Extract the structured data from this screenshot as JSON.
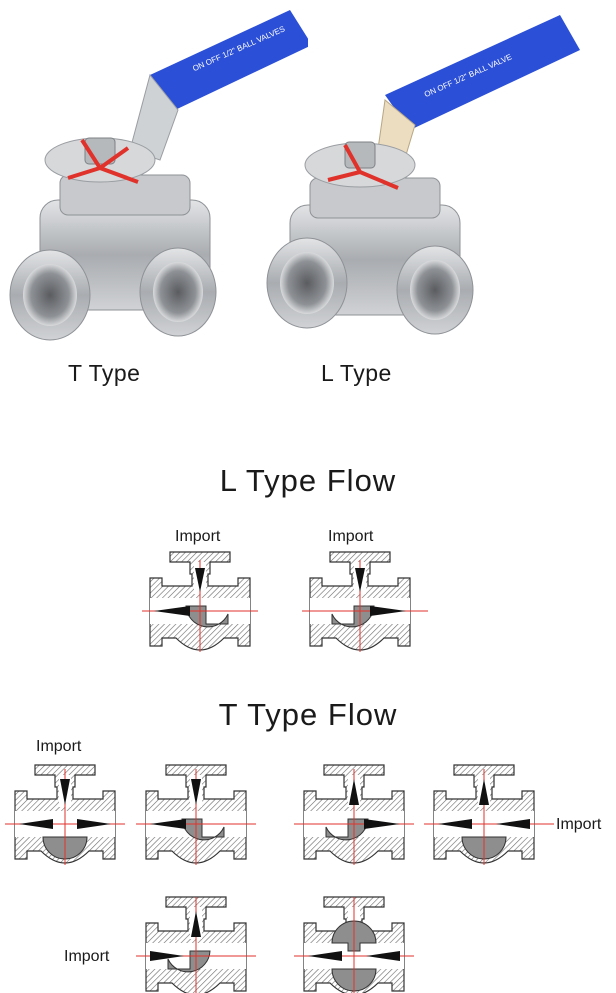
{
  "products": [
    {
      "caption": "T Type",
      "handle_text": "ON  OFF  1/2\"  BALL VALVES"
    },
    {
      "caption": "L Type",
      "handle_text": "ON  OFF  1/2\"  BALL VALVE"
    }
  ],
  "colors": {
    "handle": "#2b4fd6",
    "steel": "#b9bcc0",
    "arrow": "#e0322b",
    "line": "#e0322b",
    "section": "#8e8e8e"
  },
  "l_flow": {
    "title": "L Type Flow",
    "labels": [
      "Import",
      "Import"
    ]
  },
  "t_flow": {
    "title": "T Type Flow",
    "labels": [
      "Import",
      "Import",
      "Import"
    ]
  }
}
